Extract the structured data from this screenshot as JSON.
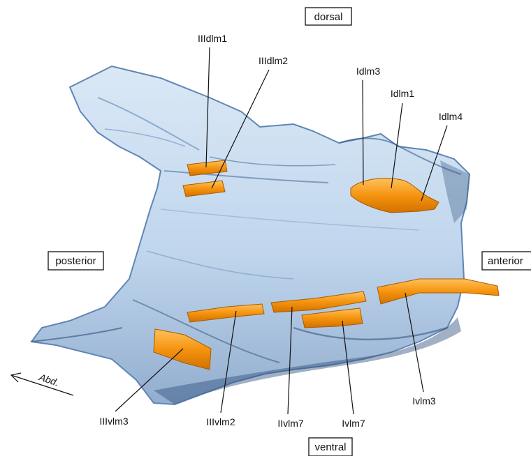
{
  "orientation": {
    "dorsal": "dorsal",
    "ventral": "ventral",
    "posterior": "posterior",
    "anterior": "anterior",
    "arrow": "Abd."
  },
  "muscles": {
    "IIIdlm1": "IIIdlm1",
    "IIIdlm2": "IIIdlm2",
    "Idlm3": "Idlm3",
    "Idlm1": "Idlm1",
    "Idlm4": "Idlm4",
    "IIIvlm3": "IIIvlm3",
    "IIIvlm2": "IIIvlm2",
    "IIvlm7": "IIvlm7",
    "Ivlm7": "Ivlm7",
    "Ivlm3": "Ivlm3"
  },
  "colors": {
    "cuticle_fill": "#b9d2ec",
    "cuticle_edge": "#5f86b5",
    "cuticle_dark": "#2f4f7a",
    "muscle": "#f5940f",
    "muscle_highlight": "#ffc15a"
  }
}
